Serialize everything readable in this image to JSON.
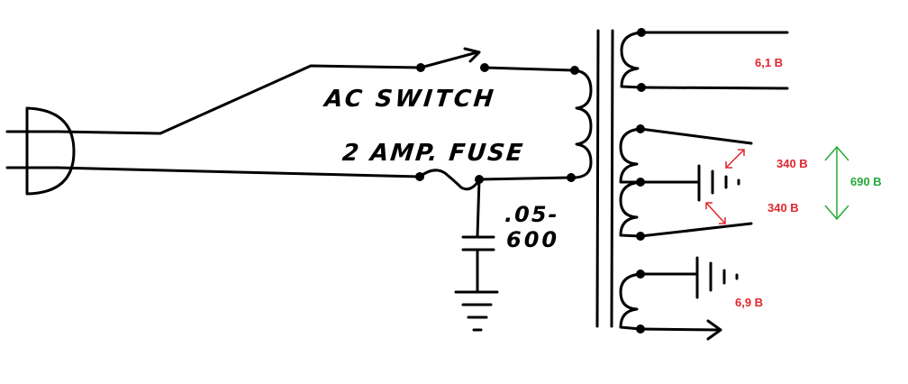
{
  "labels": {
    "switch": "AC SWITCH",
    "fuse": "2 AMP. FUSE",
    "cap_value": ".05-",
    "cap_voltage": "600"
  },
  "annotations": {
    "filament_top": "6,1 B",
    "hv_upper": "340 B",
    "hv_lower": "340 B",
    "hv_total": "690 B",
    "filament_bottom": "6,9 B"
  },
  "colors": {
    "annotation_red": "#e0262e",
    "annotation_green": "#27a836",
    "ink": "#000000"
  }
}
